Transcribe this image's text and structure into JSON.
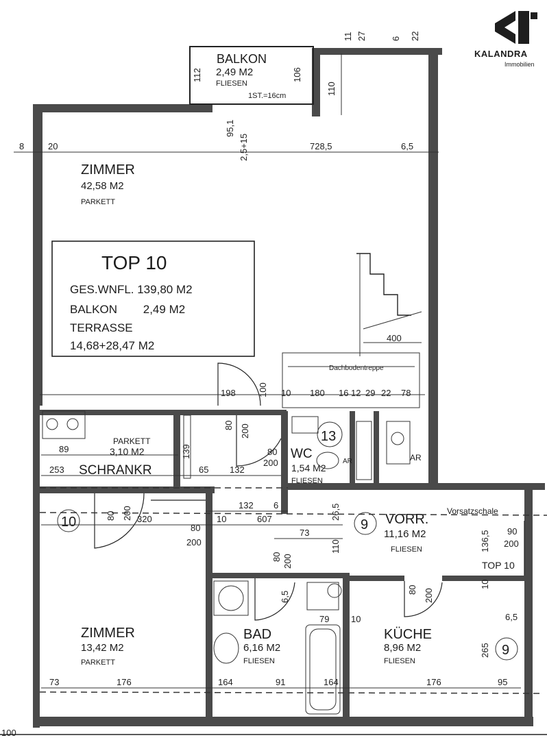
{
  "brand": {
    "name": "KALANDRA",
    "tagline": "Immobilien",
    "color": "#1e1e1e"
  },
  "summary": {
    "title": "TOP 10",
    "lines": [
      "GES.WNFL. 139,80 M2",
      "BALKON        2,49 M2",
      "TERRASSE",
      "14,68+28,47 M2"
    ]
  },
  "rooms": {
    "balkon": {
      "name": "BALKON",
      "area": "2,49 M2",
      "floor": "FLIESEN"
    },
    "zimmer1": {
      "name": "ZIMMER",
      "area": "42,58 M2",
      "floor": "PARKETT"
    },
    "schrank": {
      "name": "SCHRANKR",
      "area": "3,10 M2",
      "floor": "PARKETT"
    },
    "wc": {
      "name": "WC",
      "area": "1,54 M2",
      "floor": "FLIESEN"
    },
    "vorr": {
      "name": "VORR.",
      "area": "11,16 M2",
      "floor": "FLIESEN"
    },
    "zimmer2": {
      "name": "ZIMMER",
      "area": "13,42 M2",
      "floor": "PARKETT"
    },
    "bad": {
      "name": "BAD",
      "area": "6,16 M2",
      "floor": "FLIESEN"
    },
    "kueche": {
      "name": "KÜCHE",
      "area": "8,96 M2",
      "floor": "FLIESEN"
    }
  },
  "notes": {
    "balkon_step": "1ST.=16cm",
    "vorsatzschale": "Vorsatzschale",
    "top_label": "TOP 10",
    "dachboden": "Dachbodentreppe",
    "ar1": "AR",
    "ar2": "AR"
  },
  "markers": {
    "m10": "10",
    "m9a": "9",
    "m9b": "9",
    "m13": "13"
  },
  "dims": {
    "d_8": "8",
    "d_20": "20",
    "d_7285": "728,5",
    "d_65top": "6,5",
    "d_112": "112",
    "d_106": "106",
    "d_110a": "110",
    "d_951": "95,1",
    "d_2515": "2,5+15",
    "d_400": "400",
    "d_100a": "100",
    "d_198": "198",
    "d_10a": "10",
    "d_180": "180",
    "d_16": "16",
    "d_12": "12",
    "d_29": "29",
    "d_22": "22",
    "d_78": "78",
    "d_80_200a": "80",
    "d_200a": "200",
    "d_139": "139",
    "d_89": "89",
    "d_253": "253",
    "d_65": "65",
    "d_132a": "132",
    "d_80wc": "80",
    "d_200wc": "200",
    "d_132b": "132",
    "d_6": "6",
    "d_265": "26,5",
    "d_80z": "80",
    "d_200z": "200",
    "d_320": "320",
    "d_80v": "80",
    "d_200v": "200",
    "d_10b": "10",
    "d_607": "607",
    "d_73a": "73",
    "d_110b": "110",
    "d_1365": "136,5",
    "d_90": "90",
    "d_200k": "200",
    "d_80b": "80",
    "d_200b": "200",
    "d_65b": "6,5",
    "d_79": "79",
    "d_10c": "10",
    "d_80k": "80",
    "d_200kk": "200",
    "d_10d": "10",
    "d_65c": "6,5",
    "d_265b": "265",
    "d_73b": "73",
    "d_176a": "176",
    "d_164a": "164",
    "d_91": "91",
    "d_164b": "164",
    "d_176b": "176",
    "d_95": "95",
    "d_100b": "100",
    "d_11": "11",
    "d_27": "27",
    "d_6b": "6",
    "d_22b": "22"
  }
}
